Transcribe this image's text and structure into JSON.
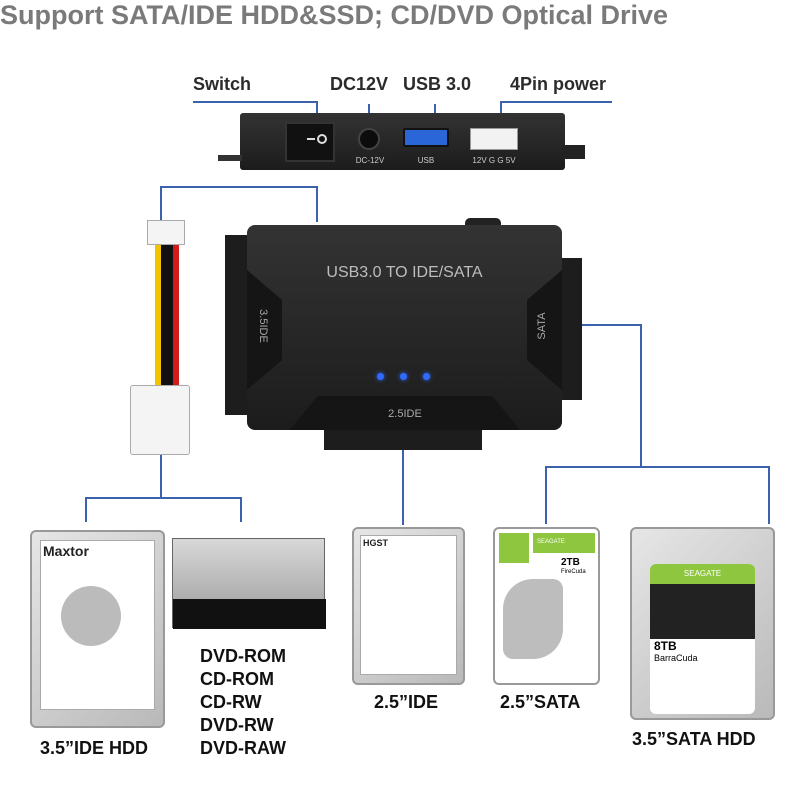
{
  "title": "Support SATA/IDE HDD&SSD; CD/DVD Optical Drive",
  "callouts": {
    "switch": "Switch",
    "dc": "DC12V",
    "usb": "USB 3.0",
    "pin4": "4Pin power"
  },
  "side_panel": {
    "dc_label": "DC-12V",
    "usb_label": "USB",
    "power_label": "12V G G 5V"
  },
  "adapter": {
    "title": "USB3.0 TO IDE/SATA",
    "left_port": "3.5IDE",
    "right_port": "SATA",
    "bottom_port": "2.5IDE"
  },
  "drives": {
    "ide35": {
      "caption": "3.5”IDE HDD",
      "brand": "Maxtor"
    },
    "optical": {
      "items": [
        "DVD-ROM",
        "CD-ROM",
        "CD-RW",
        "DVD-RW",
        "DVD-RAW"
      ]
    },
    "ide25": {
      "caption": "2.5”IDE",
      "brand": "HGST"
    },
    "sata25": {
      "caption": "2.5”SATA",
      "brand": "SEAGATE",
      "capacity": "2TB",
      "model": "FireCuda"
    },
    "sata35": {
      "caption": "3.5”SATA HDD",
      "brand": "SEAGATE",
      "capacity": "8TB",
      "model": "BarraCuda"
    }
  },
  "colors": {
    "line": "#3b63ad",
    "led": "#2f6bff",
    "title": "#7a7a7a"
  }
}
